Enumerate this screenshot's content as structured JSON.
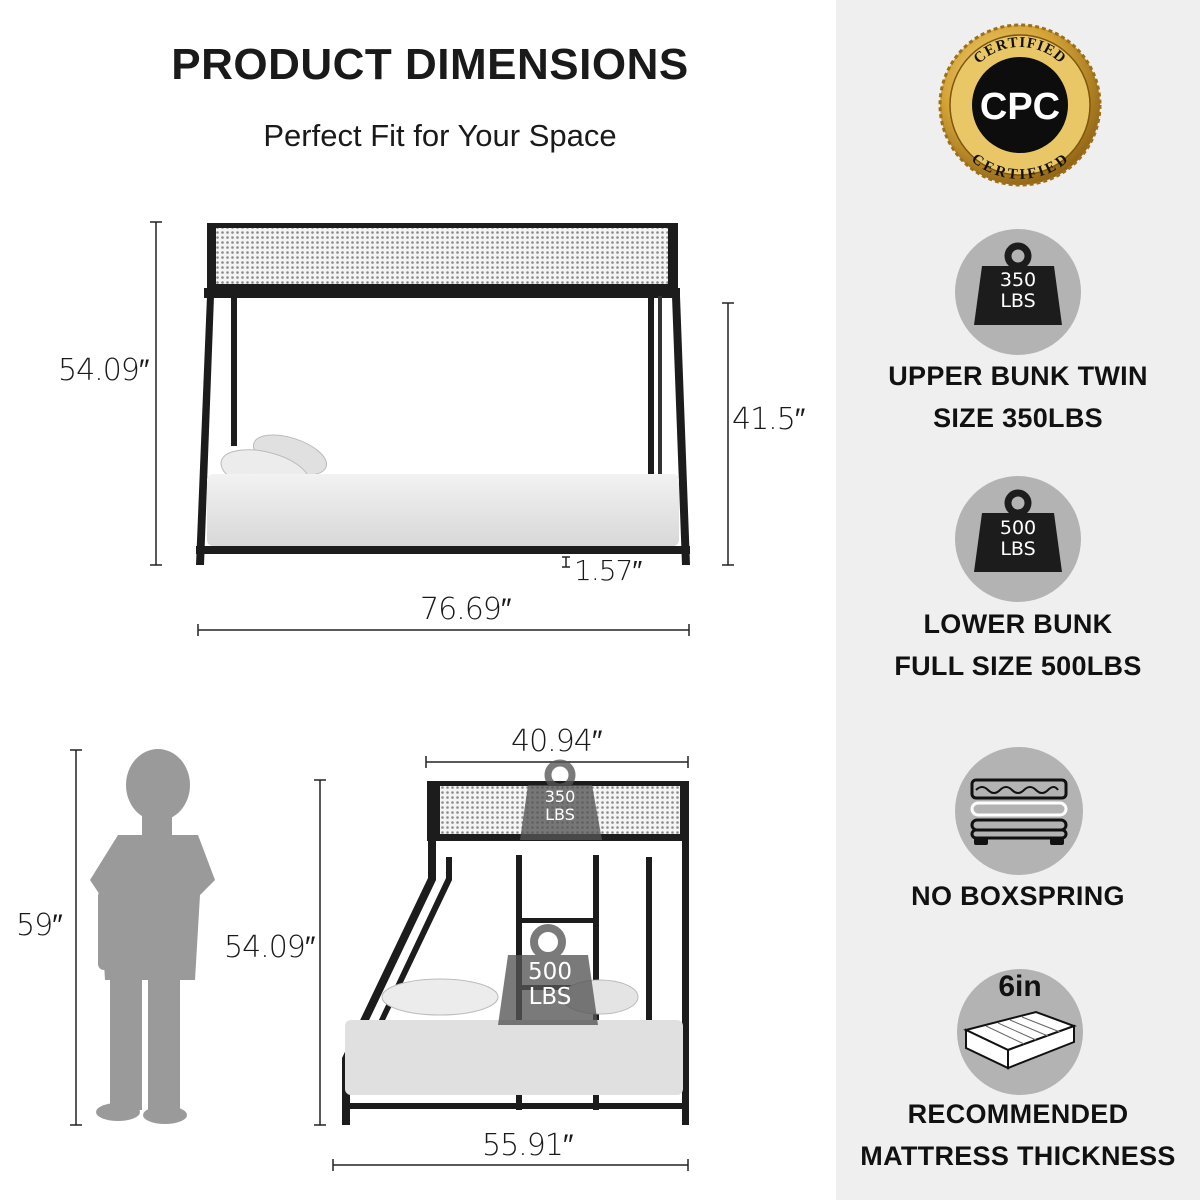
{
  "header": {
    "title": "PRODUCT DIMENSIONS",
    "subtitle": "Perfect Fit for Your Space"
  },
  "front_view": {
    "total_height": "54.09″",
    "lower_height": "41.5″",
    "clearance": "1.57″",
    "length": "76.69″"
  },
  "side_view": {
    "top_width": "40.94″",
    "bottom_width": "55.91″",
    "height": "54.09″",
    "upper_badge": {
      "value": "350",
      "unit": "LBS"
    },
    "lower_badge": {
      "value": "500",
      "unit": "LBS"
    }
  },
  "child_reference": {
    "height": "59″"
  },
  "certification": {
    "ring_text": "CERTIFIED",
    "center_text": "CPC",
    "colors": {
      "gold": "#c9992a",
      "center": "#0d0d0d"
    }
  },
  "features": [
    {
      "icon": "weight-350-icon",
      "badge_value": "350",
      "badge_unit": "LBS",
      "lines": [
        "UPPER BUNK TWIN",
        "SIZE 350LBS"
      ]
    },
    {
      "icon": "weight-500-icon",
      "badge_value": "500",
      "badge_unit": "LBS",
      "lines": [
        "LOWER BUNK",
        "FULL SIZE 500LBS"
      ]
    },
    {
      "icon": "no-boxspring-icon",
      "lines": [
        "NO BOXSPRING"
      ]
    },
    {
      "icon": "mattress-6in-icon",
      "badge_value": "6in",
      "lines": [
        "RECOMMENDED",
        "MATTRESS THICKNESS"
      ]
    }
  ],
  "colors": {
    "panel_bg": "#efefef",
    "icon_circle": "#b3b3b3",
    "frame": "#1c1c1c",
    "mattress": "#e6e6e6",
    "silhouette": "#9a9a9a"
  }
}
